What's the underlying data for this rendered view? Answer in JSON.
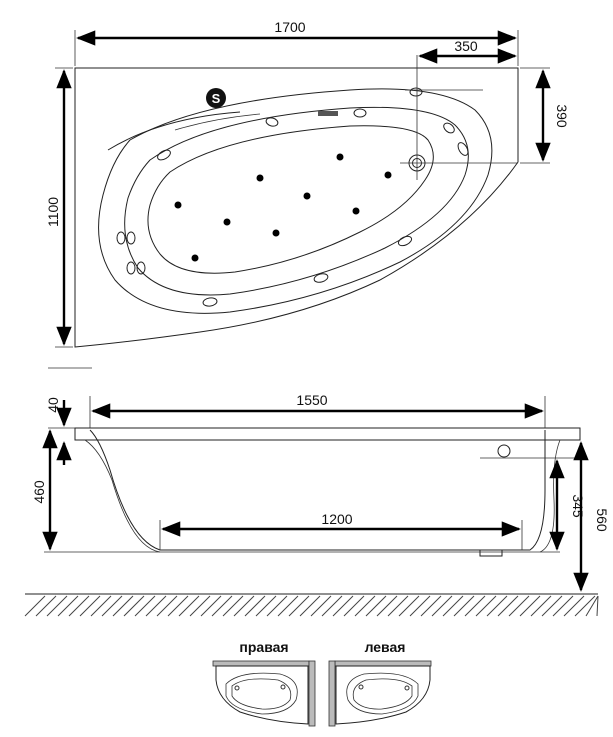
{
  "top_view": {
    "dimensions": {
      "length_total": "1700",
      "drain_offset_x": "350",
      "drain_offset_y": "390",
      "width_total": "1100"
    },
    "logo_letter": "S"
  },
  "side_view": {
    "dimensions": {
      "rim_thickness": "40",
      "inner_length_top": "1550",
      "height_inner": "460",
      "bottom_length": "1200",
      "overflow_height": "345",
      "total_height": "560"
    }
  },
  "variants": {
    "right_label": "правая",
    "left_label": "левая"
  }
}
